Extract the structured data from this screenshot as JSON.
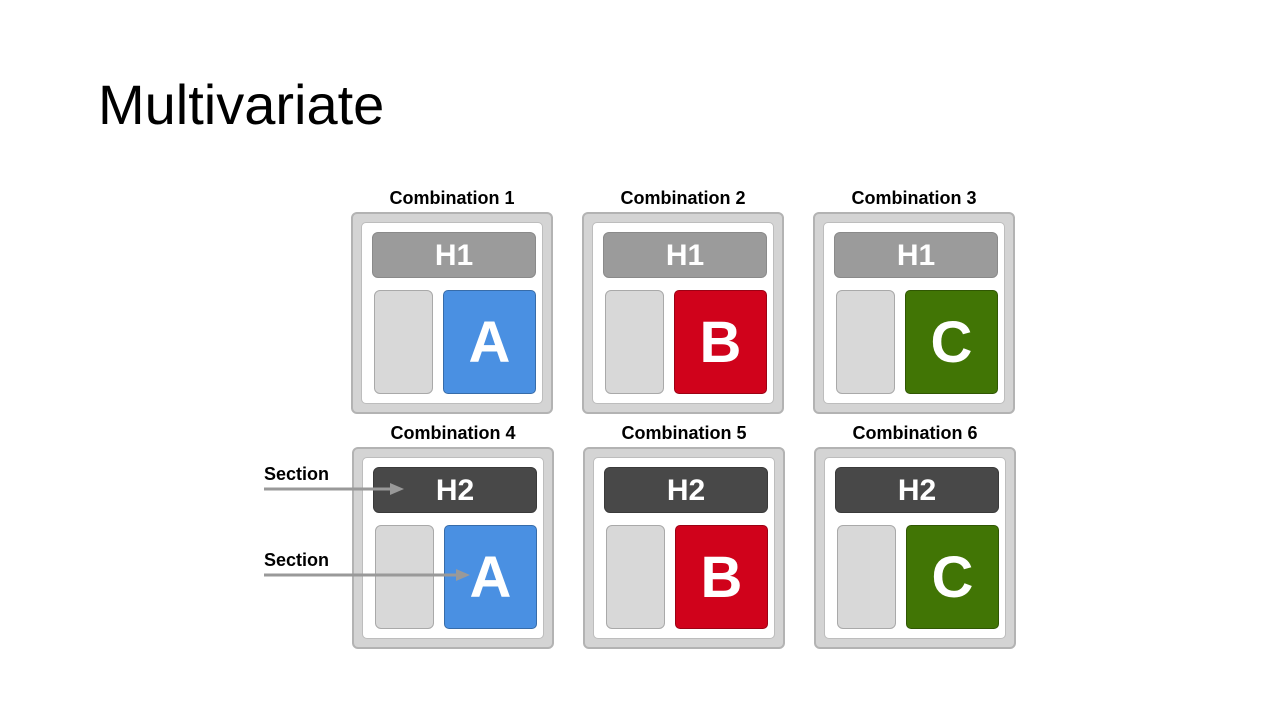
{
  "title": "Multivariate",
  "combinations": [
    {
      "label": "Combination 1",
      "heading": "H1",
      "heading_style": "h1",
      "variant": "A",
      "variant_color": "#4a90e2"
    },
    {
      "label": "Combination 2",
      "heading": "H1",
      "heading_style": "h1",
      "variant": "B",
      "variant_color": "#d0021b"
    },
    {
      "label": "Combination 3",
      "heading": "H1",
      "heading_style": "h1",
      "variant": "C",
      "variant_color": "#417505"
    },
    {
      "label": "Combination 4",
      "heading": "H2",
      "heading_style": "h2",
      "variant": "A",
      "variant_color": "#4a90e2"
    },
    {
      "label": "Combination 5",
      "heading": "H2",
      "heading_style": "h2",
      "variant": "B",
      "variant_color": "#d0021b"
    },
    {
      "label": "Combination 6",
      "heading": "H2",
      "heading_style": "h2",
      "variant": "C",
      "variant_color": "#417505"
    }
  ],
  "callouts": [
    {
      "label": "Section"
    },
    {
      "label": "Section"
    }
  ],
  "colors": {
    "h1_bar": "#9b9b9b",
    "h2_bar": "#484848",
    "frame": "#d4d4d4",
    "arrow": "#999999"
  }
}
